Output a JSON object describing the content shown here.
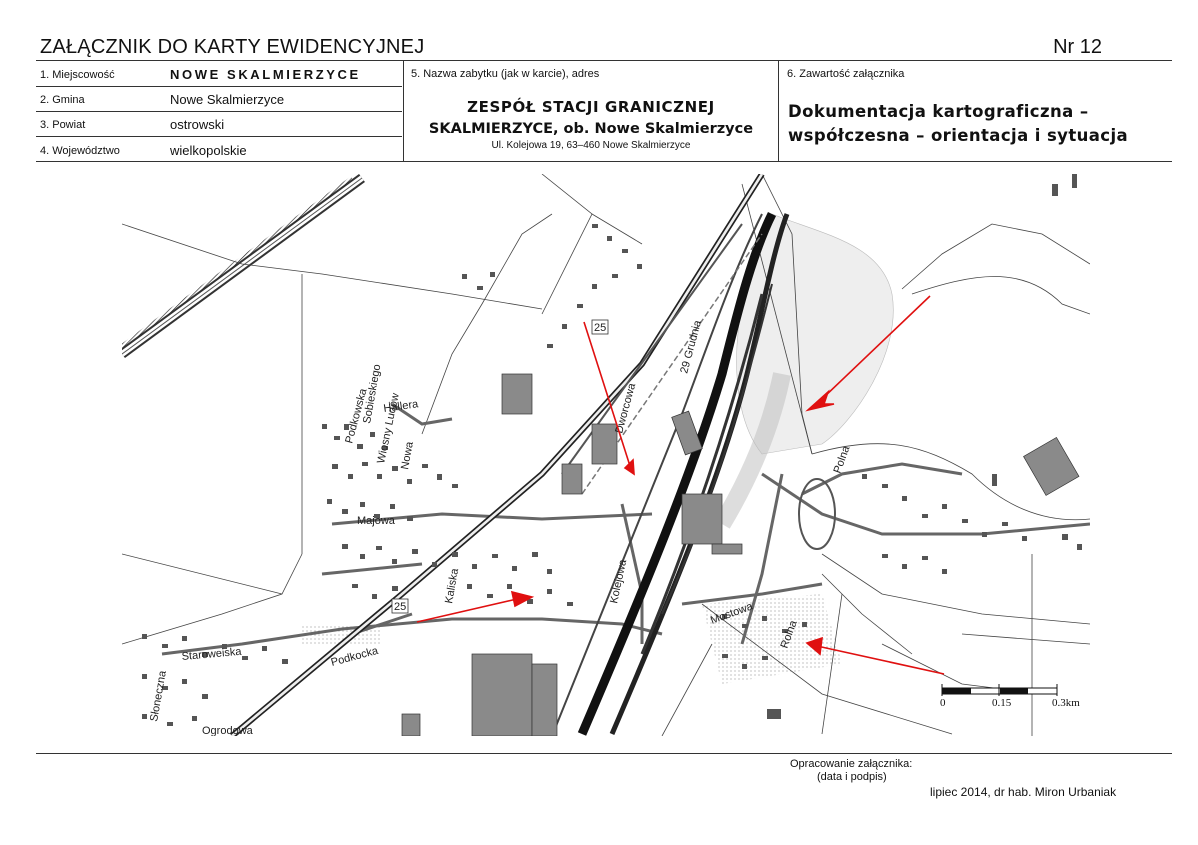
{
  "header": {
    "title": "ZAŁĄCZNIK DO KARTY EWIDENCYJNEJ",
    "number": "Nr 12"
  },
  "fields": [
    {
      "label": "1. Miejscowość",
      "value": "NOWE SKALMIERZYCE"
    },
    {
      "label": "2. Gmina",
      "value": "Nowe Skalmierzyce"
    },
    {
      "label": "3. Powiat",
      "value": "ostrowski"
    },
    {
      "label": "4. Województwo",
      "value": "wielkopolskie"
    }
  ],
  "monument": {
    "label": "5. Nazwa zabytku (jak w karcie), adres",
    "name_line1": "ZESPÓŁ STACJI GRANICZNEJ",
    "name_line2": "SKALMIERZYCE, ob. Nowe Skalmierzyce",
    "address": "Ul. Kolejowa 19, 63–460 Nowe Skalmierzyce"
  },
  "content": {
    "label": "6. Zawartość załącznika",
    "line1": "Dokumentacja kartograficzna –",
    "line2": "współczesna – orientacja i sytuacja"
  },
  "map": {
    "street_names": [
      "Hallera",
      "Podkowska",
      "Staroweiska",
      "Podkocka",
      "Majowa",
      "29 Grudnia",
      "Polna",
      "Mostowa",
      "Kolejowa",
      "Dworcowa",
      "Wiosny Ludów",
      "Sobieskiego",
      "Nowa",
      "Rolna",
      "Słoneczna",
      "Ogrodowa",
      "Kaliska"
    ],
    "road_numbers": [
      "25",
      "25"
    ],
    "scale": {
      "ticks": [
        "0",
        "0.15",
        "0.3km"
      ]
    },
    "arrow_color": "#e01010"
  },
  "footer": {
    "prepared_label": "Opracowanie załącznika:",
    "date_sign_label": "(data i podpis)",
    "signature": "lipiec 2014, dr hab. Miron Urbaniak"
  }
}
